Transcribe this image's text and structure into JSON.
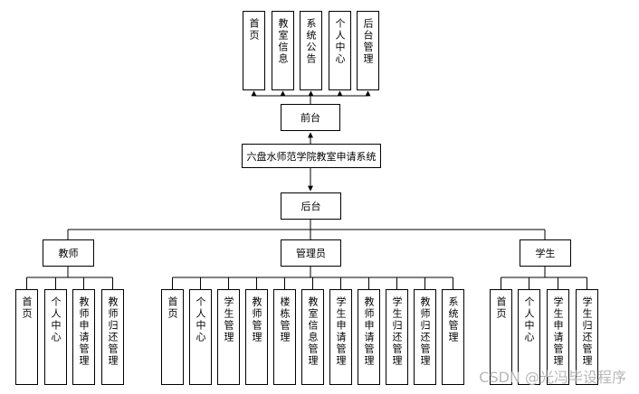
{
  "title": "六盘水师范学院教室申请系统",
  "frontend": {
    "label": "前台",
    "modules": [
      "首页",
      "教室信息",
      "系统公告",
      "个人中心",
      "后台管理"
    ]
  },
  "backend": {
    "label": "后台",
    "roles": [
      {
        "label": "教师",
        "modules": [
          "首页",
          "个人中心",
          "教师申请管理",
          "教师归还管理"
        ]
      },
      {
        "label": "管理员",
        "modules": [
          "首页",
          "个人中心",
          "学生管理",
          "教师管理",
          "楼栋管理",
          "教室信息管理",
          "学生申请管理",
          "教师申请管理",
          "学生归还管理",
          "教师归还管理",
          "系统管理"
        ]
      },
      {
        "label": "学生",
        "modules": [
          "首页",
          "个人中心",
          "学生申请管理",
          "学生归还管理"
        ]
      }
    ]
  },
  "watermark": "CSDN @光冯毕设程序"
}
